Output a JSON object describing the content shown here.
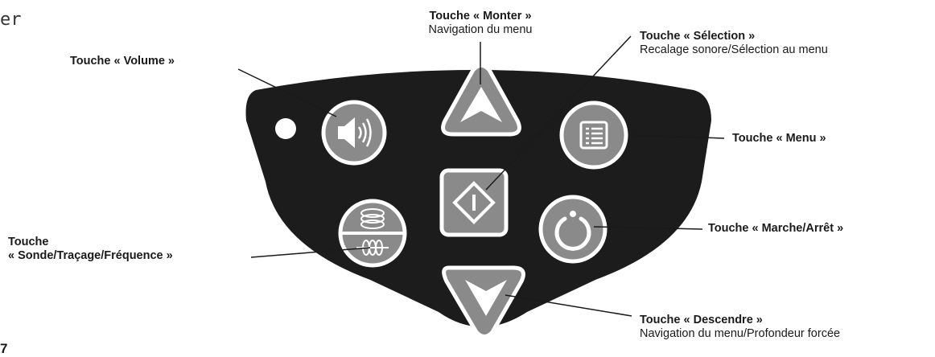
{
  "corner_fragment_top": "er",
  "corner_fragment_bottom": "7",
  "colors": {
    "housing": "#1c1c1c",
    "button_fill": "#8a8a8a",
    "button_ring": "#ffffff",
    "icon": "#ffffff",
    "leader_line": "#1a1a1a"
  },
  "labels": {
    "volume": {
      "title": "Touche « Volume »",
      "icon": "speaker-icon"
    },
    "up": {
      "title": "Touche « Monter »",
      "desc": "Navigation du menu",
      "icon": "arrow-up-icon"
    },
    "select": {
      "title": "Touche « Sélection »",
      "desc": "Recalage sonore/Sélection au menu",
      "icon": "select-diamond-icon"
    },
    "menu": {
      "title": "Touche « Menu »",
      "icon": "menu-list-icon"
    },
    "power": {
      "title": "Touche « Marche/Arrêt »",
      "icon": "power-icon"
    },
    "sonde_line1": "Touche",
    "sonde_line2": "« Sonde/Traçage/Fréquence »",
    "sonde_icon": "sonde-coil-icon",
    "down": {
      "title": "Touche « Descendre »",
      "desc": "Navigation du menu/Profondeur forcée",
      "icon": "arrow-down-icon"
    }
  }
}
